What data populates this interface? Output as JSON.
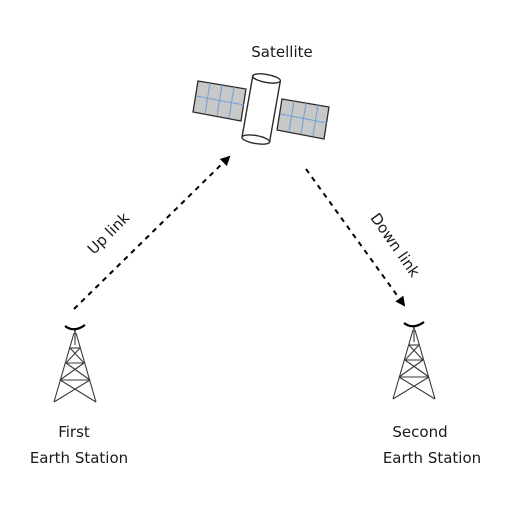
{
  "diagram": {
    "satellite_label": "Satellite",
    "uplink_label": "Up link",
    "downlink_label": "Down link",
    "first_station": {
      "line1": "First",
      "line2": "Earth Station"
    },
    "second_station": {
      "line1": "Second",
      "line2": "Earth Station"
    }
  },
  "colors": {
    "panel_fill": "#c8c8c8",
    "panel_grid": "#6f9fd8",
    "line": "#000000"
  }
}
